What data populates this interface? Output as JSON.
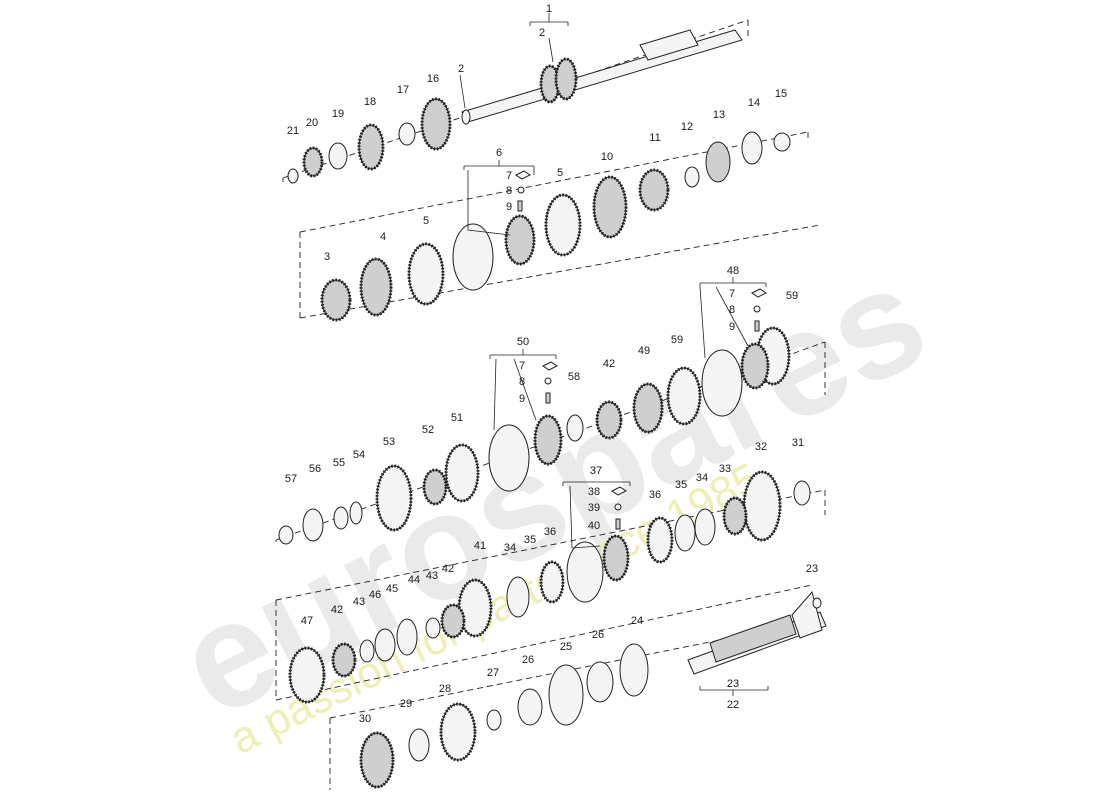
{
  "watermark": {
    "brand": "eurospares",
    "tagline": "a passion for parts since 1985",
    "color": "#d9d9d9",
    "tagline_color": "#e7e79a"
  },
  "callouts": [
    {
      "id": "c1",
      "label": "1"
    },
    {
      "id": "c2a",
      "label": "2"
    },
    {
      "id": "c2b",
      "label": "2"
    },
    {
      "id": "c21",
      "label": "21"
    },
    {
      "id": "c20",
      "label": "20"
    },
    {
      "id": "c19",
      "label": "19"
    },
    {
      "id": "c18",
      "label": "18"
    },
    {
      "id": "c17",
      "label": "17"
    },
    {
      "id": "c16",
      "label": "16"
    },
    {
      "id": "c14",
      "label": "14"
    },
    {
      "id": "c15",
      "label": "15"
    },
    {
      "id": "c13",
      "label": "13"
    },
    {
      "id": "c12",
      "label": "12"
    },
    {
      "id": "c11",
      "label": "11"
    },
    {
      "id": "c10",
      "label": "10"
    },
    {
      "id": "c6",
      "label": "6"
    },
    {
      "id": "c7a",
      "label": "7"
    },
    {
      "id": "c8a",
      "label": "8"
    },
    {
      "id": "c9a",
      "label": "9"
    },
    {
      "id": "c5a",
      "label": "5"
    },
    {
      "id": "c5b",
      "label": "5"
    },
    {
      "id": "c4",
      "label": "4"
    },
    {
      "id": "c3",
      "label": "3"
    },
    {
      "id": "c48",
      "label": "48"
    },
    {
      "id": "c7b",
      "label": "7"
    },
    {
      "id": "c8b",
      "label": "8"
    },
    {
      "id": "c9b",
      "label": "9"
    },
    {
      "id": "c59a",
      "label": "59"
    },
    {
      "id": "c59b",
      "label": "59"
    },
    {
      "id": "c50",
      "label": "50"
    },
    {
      "id": "c7c",
      "label": "7"
    },
    {
      "id": "c8c",
      "label": "8"
    },
    {
      "id": "c9c",
      "label": "9"
    },
    {
      "id": "c58",
      "label": "58"
    },
    {
      "id": "c42a",
      "label": "42"
    },
    {
      "id": "c49",
      "label": "49"
    },
    {
      "id": "c53",
      "label": "53"
    },
    {
      "id": "c52",
      "label": "52"
    },
    {
      "id": "c51",
      "label": "51"
    },
    {
      "id": "c57",
      "label": "57"
    },
    {
      "id": "c56",
      "label": "56"
    },
    {
      "id": "c55",
      "label": "55"
    },
    {
      "id": "c54",
      "label": "54"
    },
    {
      "id": "c32",
      "label": "32"
    },
    {
      "id": "c31",
      "label": "31"
    },
    {
      "id": "c37",
      "label": "37"
    },
    {
      "id": "c38",
      "label": "38"
    },
    {
      "id": "c39",
      "label": "39"
    },
    {
      "id": "c40",
      "label": "40"
    },
    {
      "id": "c36a",
      "label": "36"
    },
    {
      "id": "c35a",
      "label": "35"
    },
    {
      "id": "c34a",
      "label": "34"
    },
    {
      "id": "c33",
      "label": "33"
    },
    {
      "id": "c36b",
      "label": "36"
    },
    {
      "id": "c35b",
      "label": "35"
    },
    {
      "id": "c34b",
      "label": "34"
    },
    {
      "id": "c41",
      "label": "41"
    },
    {
      "id": "c44",
      "label": "44"
    },
    {
      "id": "c43a",
      "label": "43"
    },
    {
      "id": "c42b",
      "label": "42"
    },
    {
      "id": "c45",
      "label": "45"
    },
    {
      "id": "c46",
      "label": "46"
    },
    {
      "id": "c43b",
      "label": "43"
    },
    {
      "id": "c42c",
      "label": "42"
    },
    {
      "id": "c47",
      "label": "47"
    },
    {
      "id": "c23a",
      "label": "23"
    },
    {
      "id": "c24",
      "label": "24"
    },
    {
      "id": "c26a",
      "label": "26"
    },
    {
      "id": "c25",
      "label": "25"
    },
    {
      "id": "c26b",
      "label": "26"
    },
    {
      "id": "c27",
      "label": "27"
    },
    {
      "id": "c28",
      "label": "28"
    },
    {
      "id": "c29",
      "label": "29"
    },
    {
      "id": "c30",
      "label": "30"
    },
    {
      "id": "c23b",
      "label": "23"
    },
    {
      "id": "c22",
      "label": "22"
    }
  ]
}
